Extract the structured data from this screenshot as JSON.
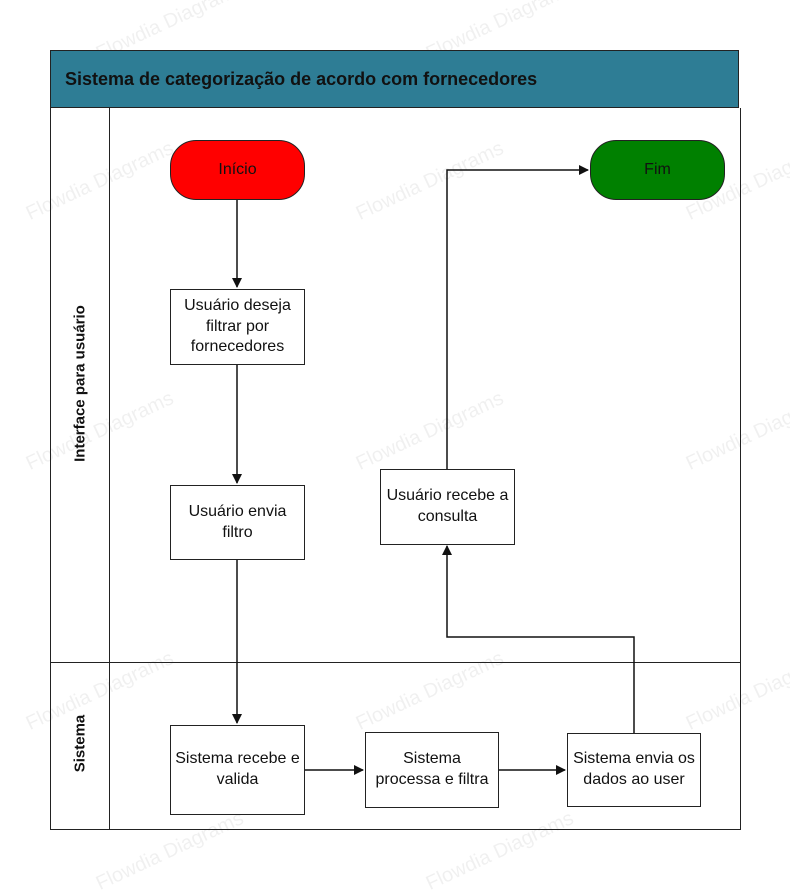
{
  "title": "Sistema de categorização de acordo com fornecedores",
  "lanes": {
    "user": "Interface para usuário",
    "system": "Sistema"
  },
  "nodes": {
    "start": "Início",
    "end": "Fim",
    "user_filter": "Usuário deseja filtrar por fornecedores",
    "user_send": "Usuário envia filtro",
    "user_receive": "Usuário recebe a consulta",
    "sys_receive": "Sistema recebe e valida",
    "sys_process": "Sistema processa e filtra",
    "sys_send": "Sistema envia os dados ao user"
  },
  "colors": {
    "title_bg": "#2e7d95",
    "start_fill": "#ff0000",
    "end_fill": "#008000"
  },
  "watermark": "Flowdia Diagrams"
}
